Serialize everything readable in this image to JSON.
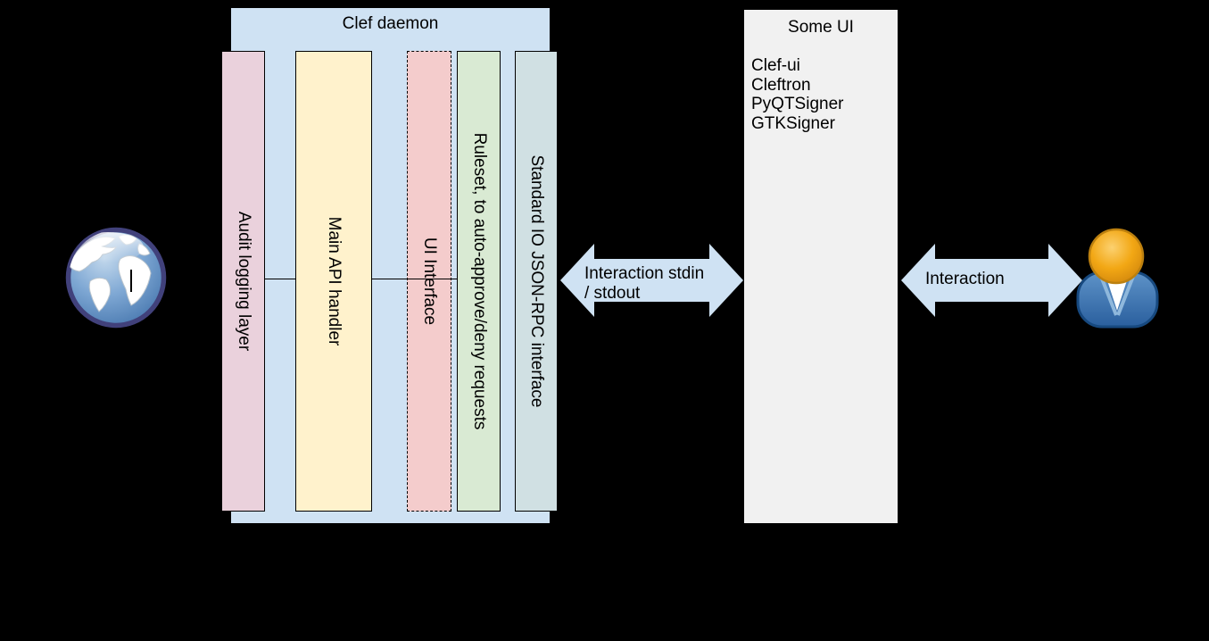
{
  "colors": {
    "background": "#000000",
    "container_fill": "#cfe2f3",
    "arrow_fill": "#cfe2f3",
    "some_ui_fill": "#f1f1f1",
    "border": "#000000"
  },
  "clef_daemon": {
    "title": "Clef daemon",
    "bars": [
      {
        "label": "Audit logging layer",
        "fill": "#ead1dc",
        "dashed": false
      },
      {
        "label": "Main API handler",
        "fill": "#fff2cc",
        "dashed": false
      },
      {
        "label": "UI Interface",
        "fill": "#f4cccc",
        "dashed": true
      },
      {
        "label": "Ruleset, to auto-approve/deny requests",
        "fill": "#d9ead3",
        "dashed": false
      },
      {
        "label": "Standard IO JSON-RPC interface",
        "fill": "#d0e0e3",
        "dashed": false
      }
    ]
  },
  "some_ui": {
    "title": "Some UI",
    "items": [
      "Clef-ui",
      "Cleftron",
      "PyQTSigner",
      "GTKSigner"
    ]
  },
  "connections": {
    "stdio_arrow": {
      "line1": "Interaction stdin",
      "line2": "/ stdout"
    },
    "user_arrow": {
      "label": "Interaction"
    }
  },
  "icons": {
    "left": "globe-icon",
    "right": "user-icon"
  }
}
